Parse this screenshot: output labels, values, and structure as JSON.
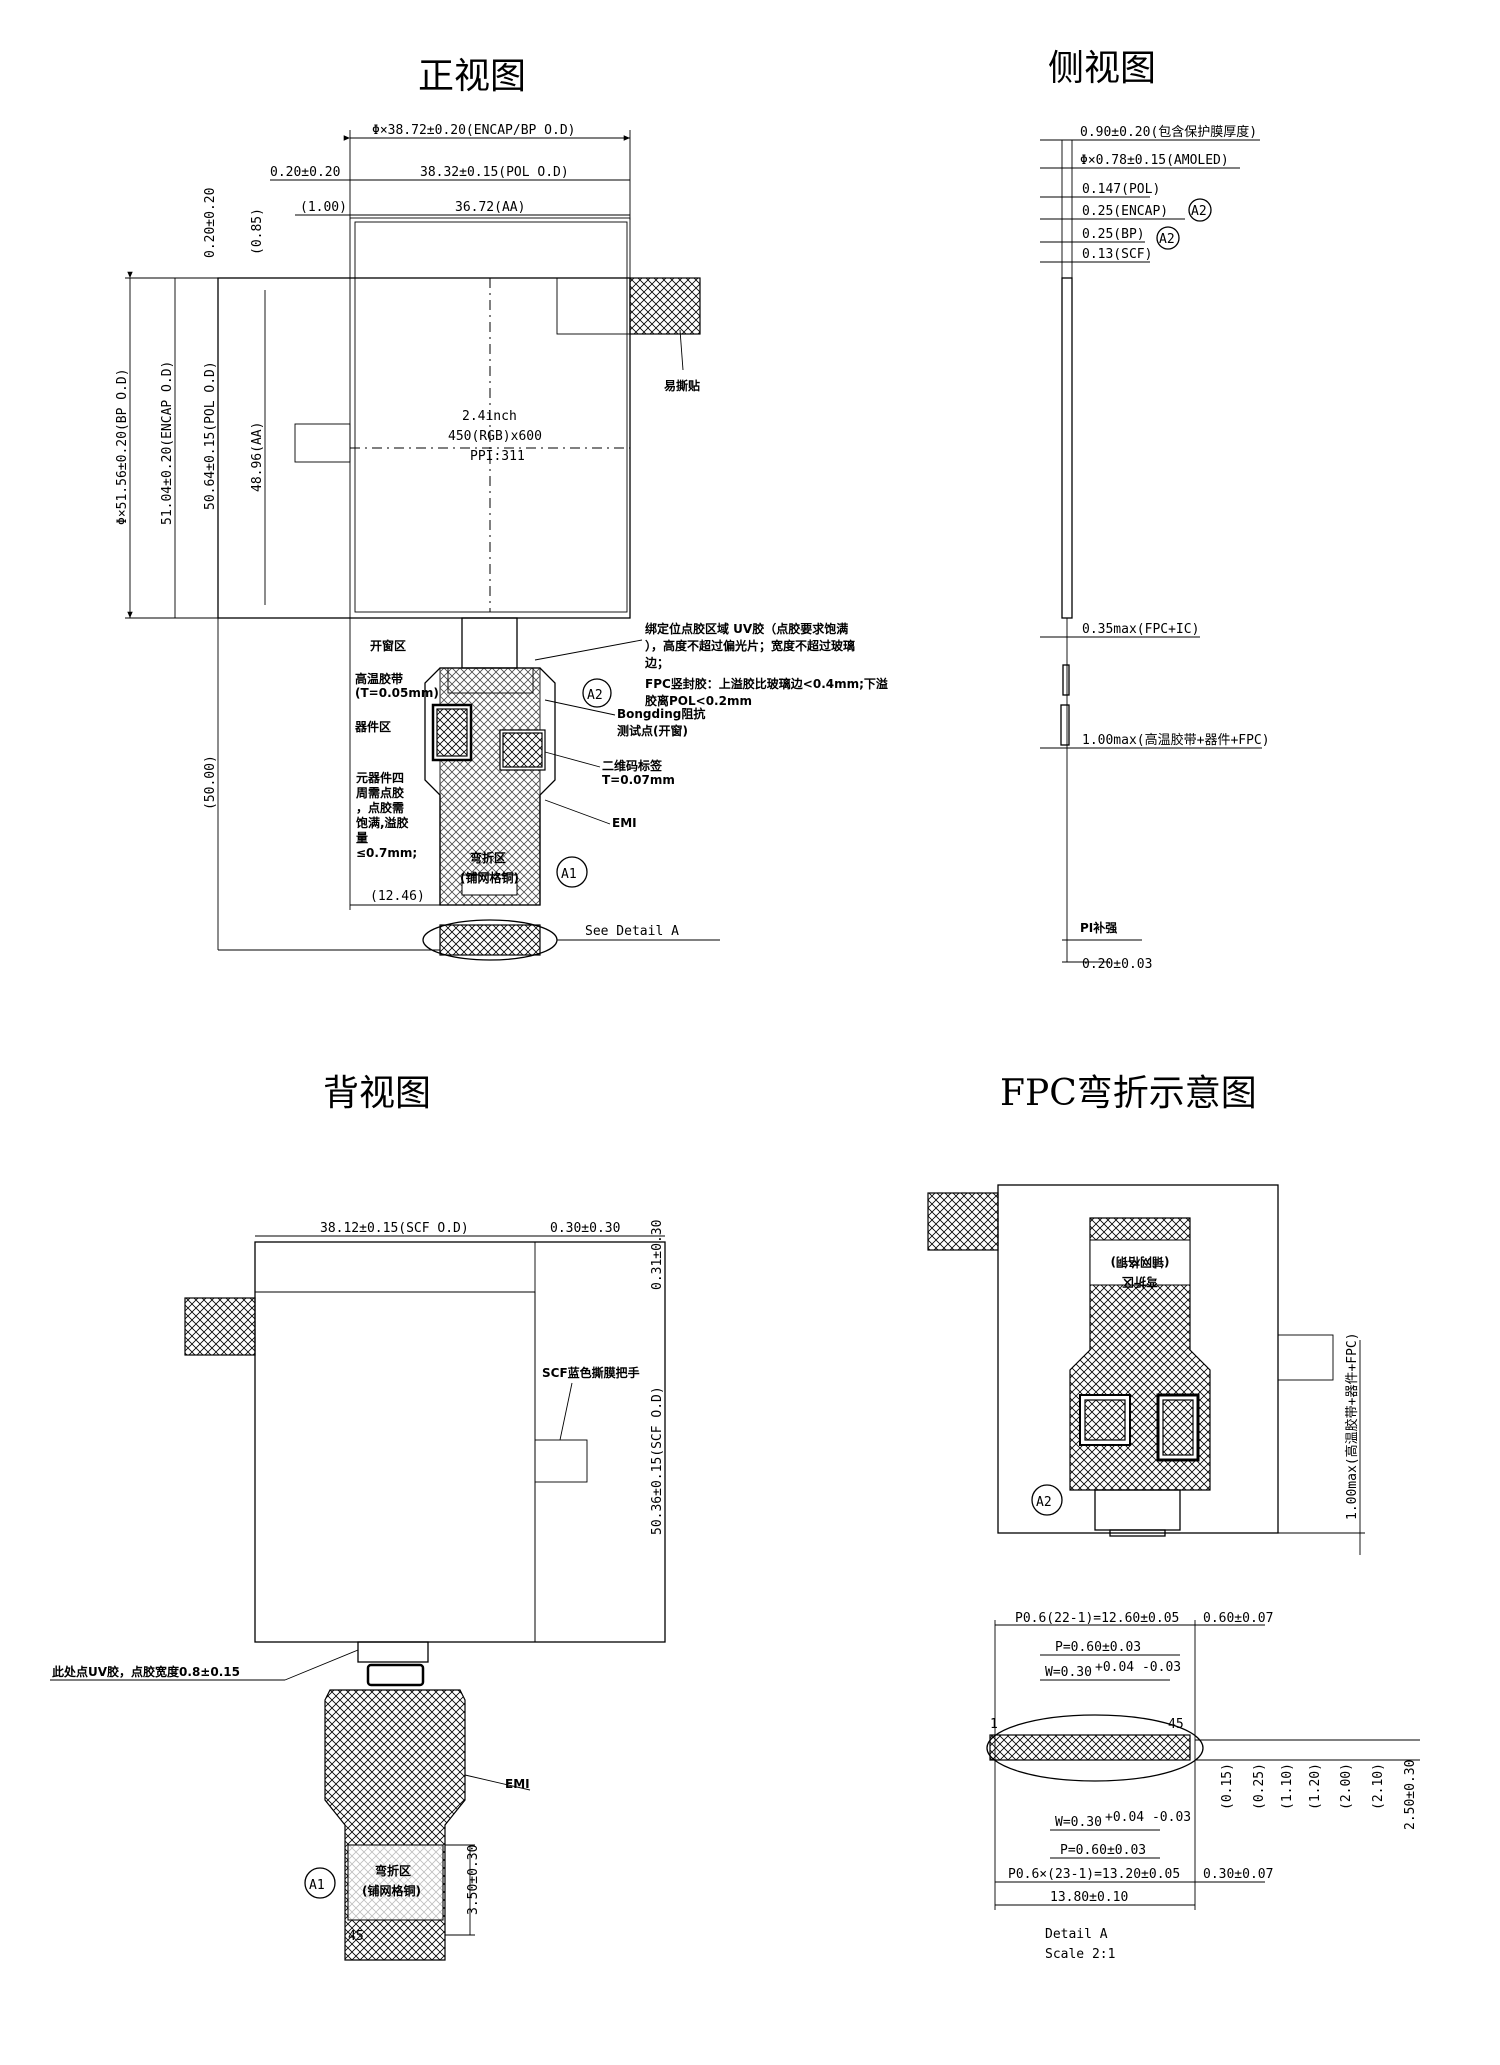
{
  "titles": {
    "front": "正视图",
    "side": "侧视图",
    "back": "背视图",
    "fpc_bend": "FPC弯折示意图"
  },
  "front": {
    "dim_top_overall": "Φ×38.72±0.20(ENCAP/BP O.D)",
    "dim_left_offset": "0.20±0.20",
    "dim_pol_width": "38.32±0.15(POL O.D)",
    "dim_aa_offset": "(1.00)",
    "dim_aa_width": "36.72(AA)",
    "dim_top_offset_v1": "0.20±0.20",
    "dim_top_offset_v2": "(0.85)",
    "dim_bp_height": "Φ×51.56±0.20(BP O.D)",
    "dim_encap_height": "51.04±0.20(ENCAP O.D)",
    "dim_pol_height": "50.64±0.15(POL O.D)",
    "dim_aa_height": "48.96(AA)",
    "dim_fpc_length": "(50.00)",
    "dim_fpc_offset": "(12.46)",
    "center_line1": "2.4inch",
    "center_line2": "450(RGB)x600",
    "center_line3": "PPI:311",
    "label_easy_peel": "易撕贴",
    "label_window": "开窗区",
    "label_hightemp_tape1": "高温胶带",
    "label_hightemp_tape2": "(T=0.05mm)",
    "label_component": "器件区",
    "label_glue1": "元器件四",
    "label_glue2": "周需点胶",
    "label_glue3": "，点胶需",
    "label_glue4": "饱满,溢胶",
    "label_glue5": "量",
    "label_glue6": "≤0.7mm;",
    "label_bend": "弯折区",
    "label_bend_sub": "(铺网格铜)",
    "note_uv_1": "绑定位点胶区域 UV胶（点胶要求饱满",
    "note_uv_2": "），高度不超过偏光片；宽度不超过玻璃",
    "note_uv_3": "边；",
    "note_fpc_1": "FPC竖封胶：上溢胶比玻璃边<0.4mm;下溢",
    "note_fpc_2": "胶离POL<0.2mm",
    "label_bonding": "Bongding阻抗",
    "label_testpoint": "测试点(开窗)",
    "label_qrcode": "二维码标签",
    "label_qrcode_t": "T=0.07mm",
    "label_emi": "EMI",
    "callout_a1": "A1",
    "callout_a2": "A2",
    "see_detail": "See Detail A"
  },
  "side": {
    "dim1": "0.90±0.20(包含保护膜厚度)",
    "dim2": "Φ×0.78±0.15(AMOLED)",
    "dim3": "0.147(POL)",
    "dim4": "0.25(ENCAP)",
    "dim5": "0.25(BP)",
    "dim6": "0.13(SCF)",
    "dim7": "0.35max(FPC+IC)",
    "dim8": "1.00max(高温胶带+器件+FPC)",
    "label_pi": "PI补强",
    "dim9": "0.20±0.03",
    "callout_a2": "A2"
  },
  "back": {
    "dim_scf_width": "38.12±0.15(SCF O.D)",
    "dim_offset": "0.30±0.30",
    "dim_offset_v": "0.31±0.30",
    "dim_scf_height": "50.36±0.15(SCF O.D)",
    "label_scf_handle": "SCF蓝色撕膜把手",
    "label_uv_glue": "此处点UV胶，点胶宽度0.8±0.15",
    "label_emi": "EMI",
    "label_bend": "弯折区",
    "label_bend_sub": "(铺网格铜)",
    "dim_bend": "3.50±0.30",
    "callout_a1": "A1",
    "pin_label": "45"
  },
  "fpc_bend": {
    "label_bend": "(铺网格铜)",
    "label_bend2": "弯折区",
    "dim_vertical": "1.00max(高温胶带+器件+FPC)",
    "callout_a2": "A2"
  },
  "detail": {
    "dim_top_pitch": "P0.6(22-1)=12.60±0.05",
    "dim_top_right": "0.60±0.07",
    "dim_p_top": "P=0.60±0.03",
    "dim_w_top": "W=0.30",
    "dim_w_top_tol": "+0.04 -0.03",
    "pin_first": "1",
    "pin_last": "45",
    "dim_v1": "(0.15)",
    "dim_v2": "(0.25)",
    "dim_v3": "(1.10)",
    "dim_v4": "(1.20)",
    "dim_v5": "(2.00)",
    "dim_v6": "(2.10)",
    "dim_v7": "2.50±0.30",
    "dim_w_bot": "W=0.30",
    "dim_w_bot_tol": "+0.04 -0.03",
    "dim_p_bot": "P=0.60±0.03",
    "dim_bot_pitch": "P0.6×(23-1)=13.20±0.05",
    "dim_bot_right": "0.30±0.07",
    "dim_total": "13.80±0.10",
    "caption1": "Detail A",
    "caption2": "Scale 2:1"
  }
}
